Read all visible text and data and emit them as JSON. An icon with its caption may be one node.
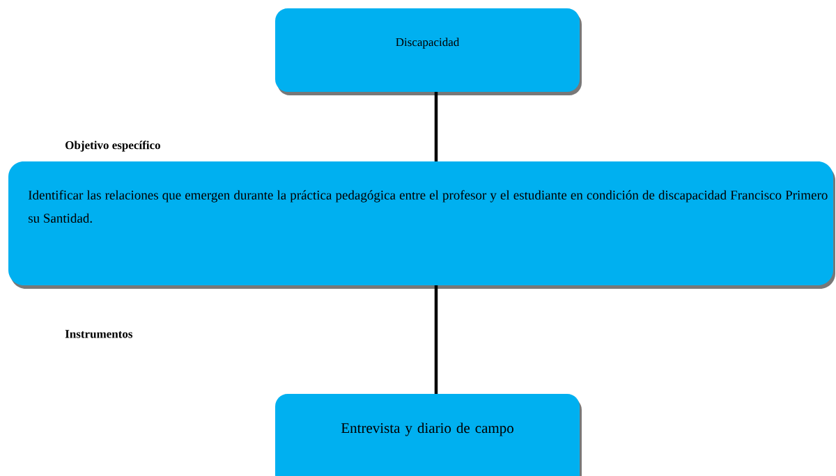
{
  "diagram": {
    "nodes": [
      {
        "text": [
          "Discapacidad"
        ]
      },
      {
        "text": [
          "Identificar las relaciones que emergen durante la práctica pedagógica entre el profesor y el estudiante en condición de discapacidad Francisco Primero su Santidad."
        ]
      },
      {
        "text": [
          "Entrevista y diario de campo"
        ]
      }
    ],
    "edges": [
      {
        "from": 0,
        "to": 1,
        "arrow": "none"
      },
      {
        "from": 1,
        "to": 2,
        "arrow": "none"
      }
    ],
    "labels": [
      "Objetivo específico",
      "Instrumentos"
    ]
  }
}
